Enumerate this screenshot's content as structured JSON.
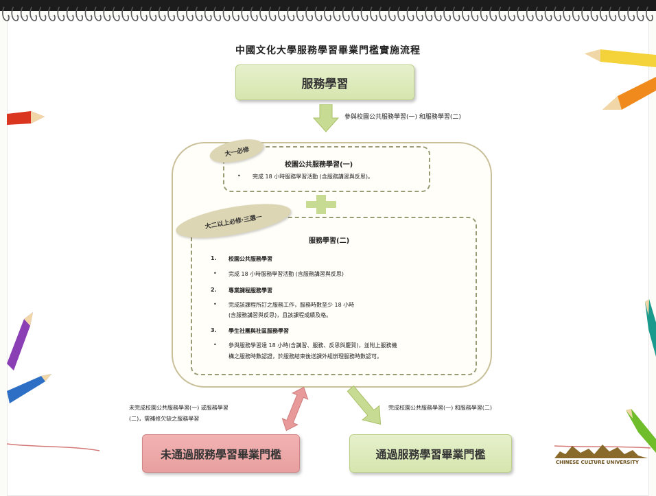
{
  "title": "中國文化大學服務學習畢業門檻實施流程",
  "top_box": {
    "label": "服務學習"
  },
  "top_arrow_label": "參與校園公共服務學習(一) 和服務學習(二)",
  "part1": {
    "tag": "大一必修",
    "heading": "校園公共服務學習(一)",
    "bullet": "完成 18 小時服務學習活動 (含服務講習與反思)。"
  },
  "plus_symbol": "+",
  "part2": {
    "tag": "大二以上必修‧三選一",
    "heading": "服務學習(二)",
    "items": [
      {
        "num": "1.",
        "title": "校園公共服務學習",
        "lines": [
          "完成 18 小時服務學習活動 (含服務講習與反思)"
        ]
      },
      {
        "num": "2.",
        "title": "專業課程服務學習",
        "lines": [
          "完成該課程所訂之服務工作，服務時數至少 18 小時",
          "(含服務講習與反思)，且該課程成績及格。"
        ]
      },
      {
        "num": "3.",
        "title": "學生社團與社區服務學習",
        "lines": [
          "參與服務學習達 18 小時(含講習、服務、反思與慶賀)，並附上服務機",
          "構之服務時數認證，於服務結束後送課外組辦理服務時數認可。"
        ]
      }
    ]
  },
  "left_note": [
    "未完成校園公共服務學習(一) 或服務學習",
    "(二)，需補修欠缺之服務學習"
  ],
  "right_note": "完成校園公共服務學習(一) 和服務學習(二)",
  "fail_box": {
    "label": "未通過服務學習畢業門檻"
  },
  "pass_box": {
    "label": "通過服務學習畢業門檻"
  },
  "logo_text": "CHINESE CULTURE UNIVERSITY",
  "colors": {
    "green_box": "#d6e6ae",
    "red_box": "#e89f9f",
    "container_border": "#c9c09a",
    "tag": "#ddd6b5"
  }
}
